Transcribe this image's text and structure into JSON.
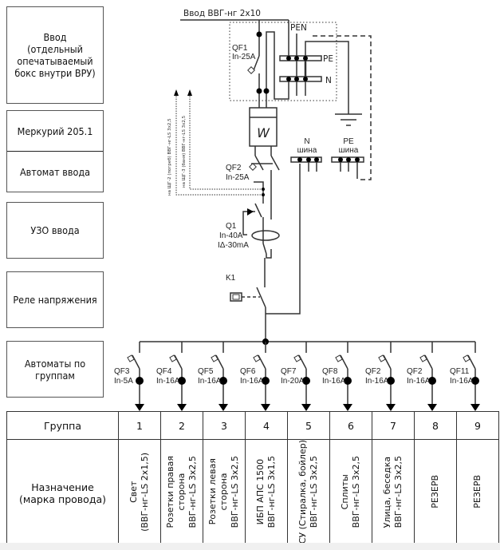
{
  "left_labels": {
    "input_box": "Ввод\n(отдельный\nопечатываемый\nбокс внутри ВРУ)",
    "meter": "Меркурий 205.1",
    "input_breaker": "Автомат ввода",
    "rcd": "УЗО ввода",
    "voltage_relay": "Реле напряжения",
    "group_breakers": "Автоматы по\nгруппам"
  },
  "scheme": {
    "input_cable": "Ввод ВВГ-нг 2х10",
    "pen_label": "PEN",
    "pe_bus_label": "PE",
    "n_bus_label": "N",
    "qf1": {
      "name": "QF1",
      "rating": "In-25A"
    },
    "meter_symbol": "W",
    "qf2": {
      "name": "QF2",
      "rating": "In-25A"
    },
    "q1": {
      "name": "Q1",
      "rating": "In-40A",
      "leakage": "IΔ-30mA"
    },
    "k1": {
      "name": "K1"
    },
    "n_bar": {
      "name": "N",
      "sub": "шина"
    },
    "pe_bar": {
      "name": "PE",
      "sub": "шина"
    },
    "outgoing_1": "на ЩГ-2 (погреб) ВВГ-нг-LS 3х2,5",
    "outgoing_2": "на ЩГ-3 (баня) ВВГ-нг-LS 3х2,5",
    "breakers": [
      {
        "name": "QF3",
        "rating": "In-5A"
      },
      {
        "name": "QF4",
        "rating": "In-16A"
      },
      {
        "name": "QF5",
        "rating": "In-16A"
      },
      {
        "name": "QF6",
        "rating": "In-16A"
      },
      {
        "name": "QF7",
        "rating": "In-20A"
      },
      {
        "name": "QF8",
        "rating": "In-16A"
      },
      {
        "name": "QF2",
        "rating": "In-16A"
      },
      {
        "name": "QF2",
        "rating": "In-16A"
      },
      {
        "name": "QF11",
        "rating": "In-16A"
      }
    ]
  },
  "table": {
    "group_header": "Группа",
    "purpose_header": "Назначение\n(марка провода)",
    "groups": [
      {
        "num": "1",
        "purpose": "Свет\n(ВВГ-нг-LS 2х1,5)"
      },
      {
        "num": "2",
        "purpose": "Розетки правая\nсторона\nВВГ-нг-LS 3х2,5"
      },
      {
        "num": "3",
        "purpose": "Розетки левая\nсторона\nВВГ-нг-LS 3х2,5"
      },
      {
        "num": "4",
        "purpose": "ИБП АПС 1500\nВВГ-нг-LS 3х1,5"
      },
      {
        "num": "5",
        "purpose": "СУ (Стиралка, бойлер)\nВВГ-нг-LS 3х2,5"
      },
      {
        "num": "6",
        "purpose": "Сплиты\nВВГ-нг-LS 3х2,5"
      },
      {
        "num": "7",
        "purpose": "Улица, беседка\nВВГ-нг-LS 3х2,5"
      },
      {
        "num": "8",
        "purpose": "РЕЗЕРВ"
      },
      {
        "num": "9",
        "purpose": "РЕЗЕРВ"
      }
    ]
  }
}
